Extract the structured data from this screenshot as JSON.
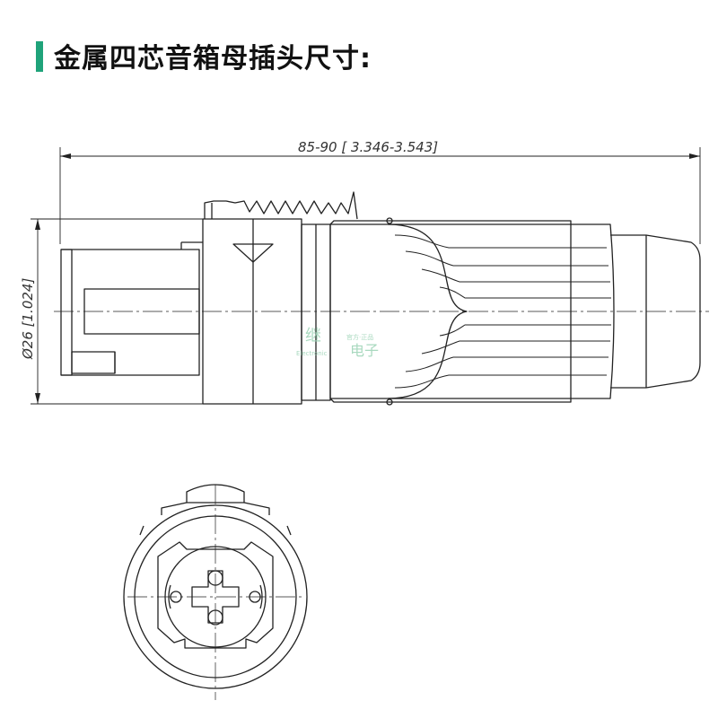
{
  "title": "金属四芯音箱母插头尺寸:",
  "colors": {
    "accent": "#1fa37a",
    "line": "#222222",
    "watermark": "#9bd3b5"
  },
  "dimensions": {
    "length": "85-90 [ 3.346-3.543]",
    "diameter": "Ø26 [1.024]"
  },
  "watermark": {
    "line1": "继",
    "tag": "官方·正品",
    "brand": "Electronic",
    "line2": "电子"
  }
}
